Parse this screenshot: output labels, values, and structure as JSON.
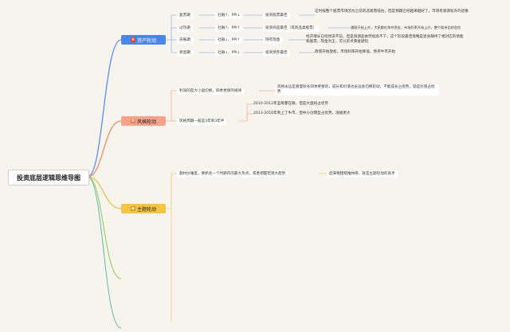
{
  "root": "投资底层逻辑思维导图",
  "colors": {
    "asset": "#4a86e8",
    "style": "#f4a38a",
    "theme": "#f5c542",
    "line_asset": "#5b8def",
    "line_style": "#e98b68",
    "line_theme": "#e7c24a"
  },
  "asset": {
    "label": "资产轮动",
    "icon": "star-icon",
    "rows": [
      {
        "phase": "复苏期",
        "signal": "社融↑、PPI↓",
        "action": "投资股票最佳",
        "note": "这时候整个股票市场因为之前的悲观而低估，但是预期已经越来越好了，市场有源源轮升的迹象"
      },
      {
        "phase": "过热期",
        "signal": "社融↑、PPI↑",
        "action": "投资商品最佳（或商品类股票）",
        "note": "通胀开始上升，大家都在争夺资金，市场利率开始上升，整个股市比较危险"
      },
      {
        "phase": "滞胀期",
        "signal": "社融↓、PPI↑",
        "action": "持有现金",
        "note": "经济增长已经停滞不前，但是资源品依然很高不下，这个阶段最佳策略是退身静待了相对应的债能和股票，现金为王，可以买点黄金避险"
      },
      {
        "phase": "衰退期",
        "signal": "社融↓、PPI↓",
        "action": "投资债券最佳",
        "note": "政策开始放松，市场利率开始降低，债券牛市开始"
      }
    ]
  },
  "style": {
    "label": "风格轮动",
    "icon": "flower-icon",
    "item1": "利润的是大小盘切换，四季更替的规律",
    "item1_note": "风格永远是春夏秋冬四季更替的，成长和价值也永远会切换轮动，不能成长占优势，就是价值占优势",
    "item2": "风格周期一般是3年到3年半",
    "item2_notes": [
      "2010-2012年蓝筹都在跌，但是大盘权占优势",
      "2013-2016年到上了牛市，但中小创明显占优势，涨幅更大"
    ]
  },
  "theme": {
    "label": "主题轮动",
    "icon": "theme-icon",
    "item1": "题材炒难度，要抓住一个时期内的最大热点，或者把握宏观大趋势",
    "item1_note": "后来略粗糙推林库，就是主题轮动的高手"
  }
}
